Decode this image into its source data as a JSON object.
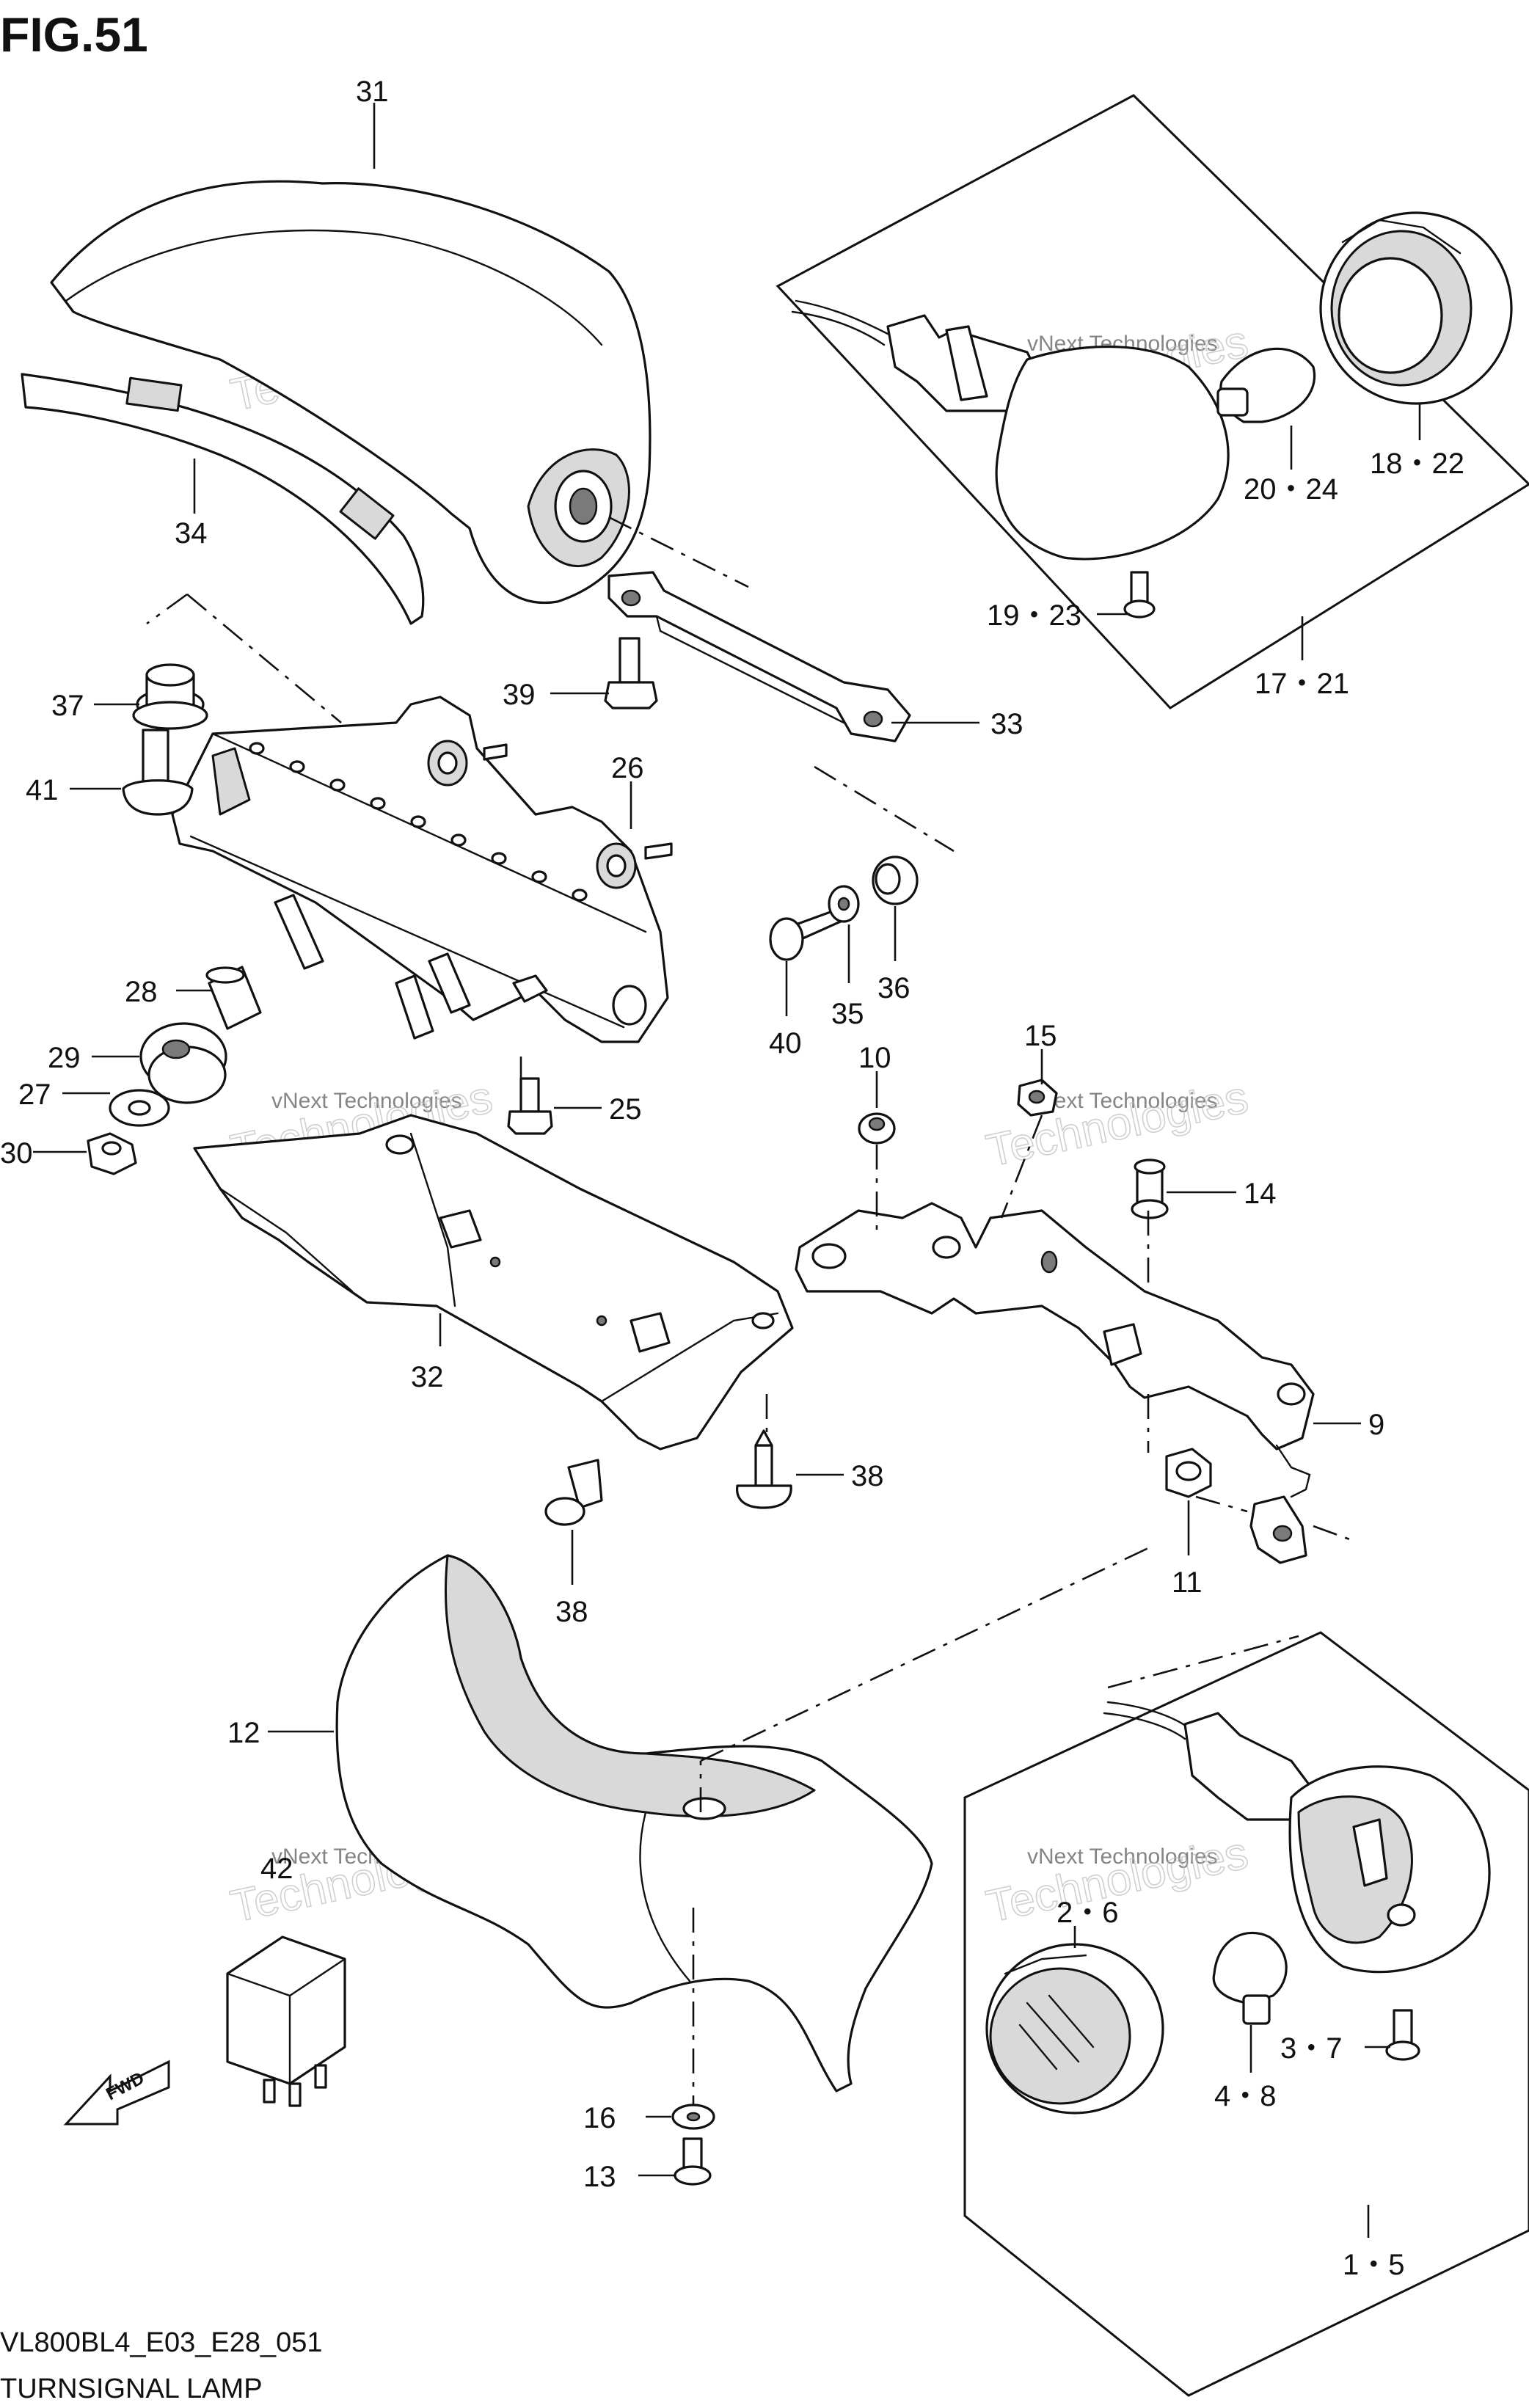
{
  "figure": {
    "title": "FIG.51",
    "model_code": "VL800BL4_E03_E28_051",
    "section_name": "TURNSIGNAL LAMP",
    "fwd_label": "FWD"
  },
  "watermark": {
    "line1": "vNext Technologies",
    "line2": "Technologies"
  },
  "callouts": [
    {
      "id": "31",
      "text": "31"
    },
    {
      "id": "34",
      "text": "34"
    },
    {
      "id": "37",
      "text": "37"
    },
    {
      "id": "41",
      "text": "41"
    },
    {
      "id": "39",
      "text": "39"
    },
    {
      "id": "26",
      "text": "26"
    },
    {
      "id": "33",
      "text": "33"
    },
    {
      "id": "28",
      "text": "28"
    },
    {
      "id": "29",
      "text": "29"
    },
    {
      "id": "27",
      "text": "27"
    },
    {
      "id": "30",
      "text": "30"
    },
    {
      "id": "25",
      "text": "25"
    },
    {
      "id": "40",
      "text": "40"
    },
    {
      "id": "35",
      "text": "35"
    },
    {
      "id": "36",
      "text": "36"
    },
    {
      "id": "10",
      "text": "10"
    },
    {
      "id": "15",
      "text": "15"
    },
    {
      "id": "14",
      "text": "14"
    },
    {
      "id": "32",
      "text": "32"
    },
    {
      "id": "9",
      "text": "9"
    },
    {
      "id": "38a",
      "text": "38"
    },
    {
      "id": "38b",
      "text": "38"
    },
    {
      "id": "11",
      "text": "11"
    },
    {
      "id": "12",
      "text": "12"
    },
    {
      "id": "42",
      "text": "42"
    },
    {
      "id": "16",
      "text": "16"
    },
    {
      "id": "13",
      "text": "13"
    },
    {
      "id": "20-24",
      "text": "20・24"
    },
    {
      "id": "18-22",
      "text": "18・22"
    },
    {
      "id": "19-23",
      "text": "19・23"
    },
    {
      "id": "17-21",
      "text": "17・21"
    },
    {
      "id": "2-6",
      "text": "2・6"
    },
    {
      "id": "3-7",
      "text": "3・7"
    },
    {
      "id": "4-8",
      "text": "4・8"
    },
    {
      "id": "1-5",
      "text": "1・5"
    }
  ]
}
